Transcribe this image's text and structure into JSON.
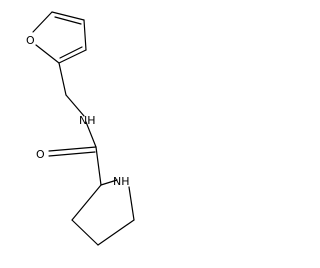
{
  "molecule": {
    "atoms": {
      "furan_oxygen": "O",
      "amide_nitrogen": "NH",
      "carbonyl_oxygen": "O",
      "pyrrolidine_nitrogen": "NH"
    }
  }
}
